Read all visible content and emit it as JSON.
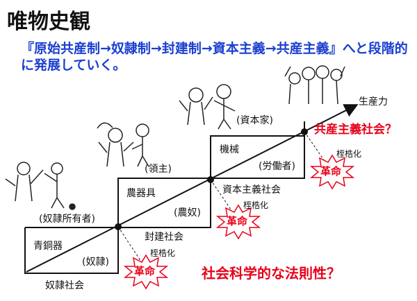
{
  "title": "唯物史観",
  "subtitle": "『原始共産制→奴隷制→封建制→資本主義→共産主義』へと段階的に発展していく。",
  "axis_label": "生産力",
  "steps": [
    {
      "society": "奴隷社会",
      "tool": "青銅器",
      "ruler": "(奴隷所有者)",
      "worker": "(奴隷)"
    },
    {
      "society": "封建社会",
      "tool": "農器具",
      "ruler": "(領主)",
      "worker": "(農奴)"
    },
    {
      "society": "資本主義社会",
      "tool": "機械",
      "ruler": "(資本家)",
      "worker": "(労働者)"
    }
  ],
  "future_society": "共産主義社会？",
  "revolution": {
    "caption": "桎梏化",
    "burst_label": "革命"
  },
  "question": "社会科学的な法則性？",
  "colors": {
    "accent_red": "#e8001a",
    "subtitle_blue": "#1a3fd0"
  }
}
